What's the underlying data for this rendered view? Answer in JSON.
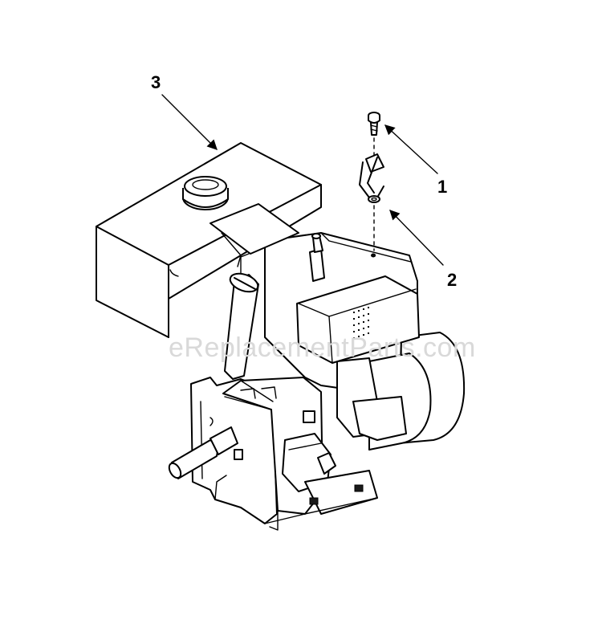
{
  "diagram": {
    "callouts": [
      {
        "label": "1"
      },
      {
        "label": "2"
      },
      {
        "label": "3"
      }
    ],
    "watermark": "eReplacementParts.com",
    "colors": {
      "line": "#000000",
      "background": "#ffffff",
      "watermark": "#d9d9d9"
    }
  }
}
